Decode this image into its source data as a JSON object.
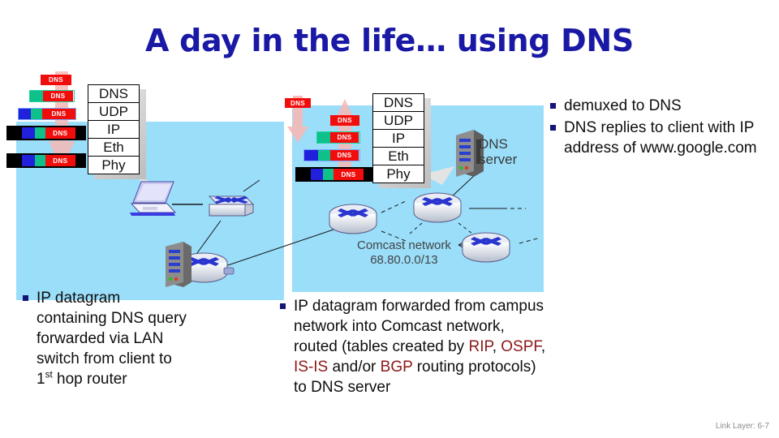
{
  "slide": {
    "title": "A day in the life… using DNS",
    "footer": "Link Layer: 6-7"
  },
  "left_stack": {
    "name": "client-protocol-stack",
    "layers": [
      "DNS",
      "UDP",
      "IP",
      "Eth",
      "Phy"
    ],
    "direction": "down",
    "encapsulation_rows": [
      {
        "label": "DNS",
        "layers": [
          "dns"
        ]
      },
      {
        "label": "DNS",
        "layers": [
          "udp",
          "dns"
        ]
      },
      {
        "label": "DNS",
        "layers": [
          "ip",
          "udp",
          "dns"
        ]
      },
      {
        "label": "DNS",
        "layers": [
          "eth",
          "ip",
          "udp",
          "dns",
          "eth"
        ]
      },
      {
        "label": "DNS",
        "layers": [
          "phy",
          "eth",
          "ip",
          "udp",
          "dns",
          "phy"
        ]
      }
    ]
  },
  "right_stack": {
    "name": "server-protocol-stack",
    "layers": [
      "DNS",
      "UDP",
      "IP",
      "Eth",
      "Phy"
    ],
    "direction": "up",
    "detached_label": "DNS",
    "encapsulation_rows": [
      {
        "label": "DNS",
        "layers": [
          "dns"
        ]
      },
      {
        "label": "DNS",
        "layers": [
          "udp",
          "dns"
        ]
      },
      {
        "label": "DNS",
        "layers": [
          "ip",
          "udp",
          "dns"
        ]
      },
      {
        "label": "DNS",
        "layers": [
          "phy",
          "eth",
          "ip",
          "udp",
          "dns",
          "phy"
        ]
      }
    ]
  },
  "topology": {
    "dns_server_label_line1": "DNS",
    "dns_server_label_line2": "server",
    "comcast_label_line1": "Comcast network",
    "comcast_label_line2": "68.80.0.0/13"
  },
  "bullets_right": [
    {
      "text": "demuxed to DNS"
    },
    {
      "text": "DNS replies to client with IP address of www.google.com"
    }
  ],
  "bullet_left": {
    "line1": "IP datagram",
    "line2": "containing DNS query",
    "line3": "forwarded via LAN",
    "line4": "switch from client to",
    "line5_pre": "1",
    "line5_sup": "st",
    "line5_post": " hop router"
  },
  "bullet_center": {
    "line1": "IP datagram forwarded from campus",
    "line2": "network into Comcast network,",
    "line3_pre": "routed (tables created by ",
    "line3_p1": "RIP",
    "line3_mid": ", ",
    "line3_p2": "OSPF",
    "line3_post": ",",
    "line4_p3": "IS-IS",
    "line4_mid": " and/or ",
    "line4_p4": "BGP",
    "line4_post": " routing protocols)",
    "line5": "to DNS server"
  },
  "colors": {
    "title": "#1a19a6",
    "cloud": "#9ADEFA",
    "dns_red": "#f20d0d",
    "udp_green": "#0ec08a",
    "ip_blue": "#2020dd",
    "eth_black": "#000000",
    "arrow_pink": "#f6b8b5",
    "bullet_square": "#141478",
    "protocol_highlight": "#8c1818",
    "footer": "#8a8a8a"
  }
}
